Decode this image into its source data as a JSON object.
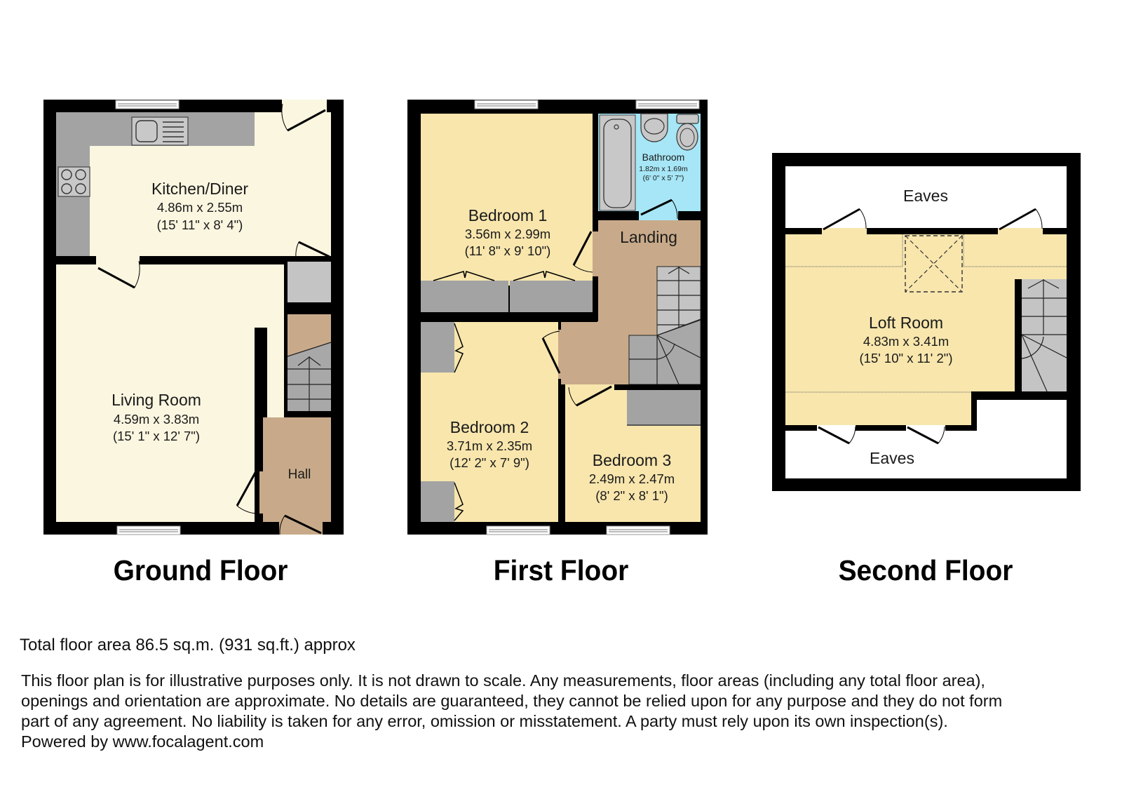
{
  "floors": [
    {
      "title": "Ground Floor",
      "rooms": [
        {
          "name": "Kitchen/Diner",
          "metric": "4.86m x 2.55m",
          "imperial": "(15' 11\" x 8' 4\")"
        },
        {
          "name": "Living Room",
          "metric": "4.59m x 3.83m",
          "imperial": "(15' 1\" x 12' 7\")"
        },
        {
          "name": "Hall",
          "metric": "",
          "imperial": ""
        }
      ]
    },
    {
      "title": "First Floor",
      "rooms": [
        {
          "name": "Bedroom 1",
          "metric": "3.56m x 2.99m",
          "imperial": "(11' 8\" x 9' 10\")"
        },
        {
          "name": "Bathroom",
          "metric": "1.82m x 1.69m",
          "imperial": "(6' 0\" x 5' 7\")"
        },
        {
          "name": "Landing",
          "metric": "",
          "imperial": ""
        },
        {
          "name": "Bedroom 2",
          "metric": "3.71m x 2.35m",
          "imperial": "(12' 2\" x 7' 9\")"
        },
        {
          "name": "Bedroom 3",
          "metric": "2.49m x 2.47m",
          "imperial": "(8' 2\" x 8' 1\")"
        }
      ]
    },
    {
      "title": "Second Floor",
      "rooms": [
        {
          "name": "Eaves",
          "metric": "",
          "imperial": ""
        },
        {
          "name": "Loft Room",
          "metric": "4.83m x 3.41m",
          "imperial": "(15' 10\" x 11' 2\")"
        },
        {
          "name": "Eaves",
          "metric": "",
          "imperial": ""
        }
      ]
    }
  ],
  "footer": {
    "total_area": "Total floor area 86.5 sq.m. (931 sq.ft.) approx",
    "disclaimer_lines": [
      "This floor plan is for illustrative purposes only. It is not drawn to scale. Any measurements, floor areas (including any total floor area),",
      "openings and orientation are approximate. No details are guaranteed, they cannot be relied upon for any purpose and they do not form",
      "part of any agreement. No liability is taken for any error, omission or misstatement. A party must rely upon its own inspection(s).",
      "Powered by www.focalagent.com"
    ]
  },
  "colors": {
    "wall": "#000000",
    "kitchen_living": "#fbf6e0",
    "bedroom": "#f8e6ad",
    "hall_landing": "#c8aa8a",
    "bathroom": "#a6e6f6",
    "fitted_units": "#a3a3a3",
    "stairs": "#c6c6c6",
    "eaves": "#ffffff"
  }
}
